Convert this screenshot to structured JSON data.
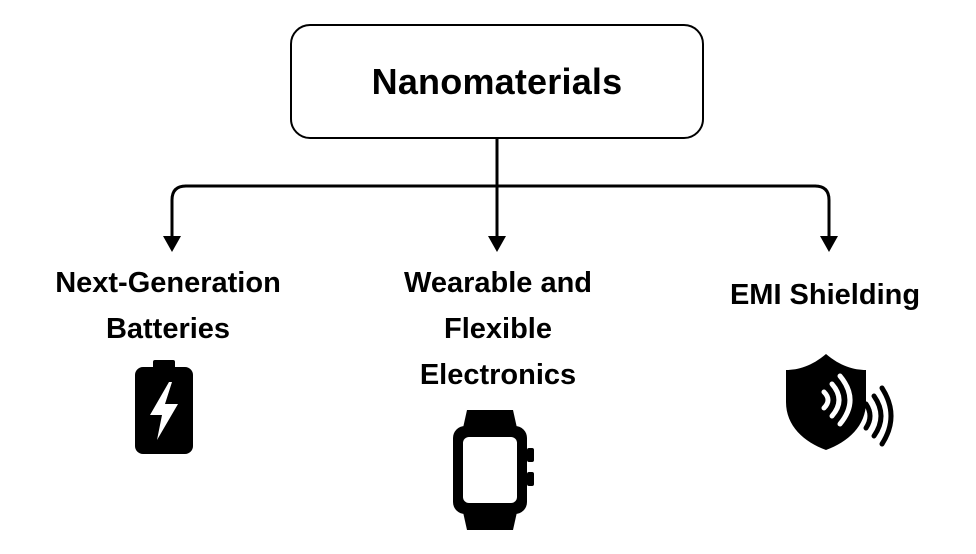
{
  "root": {
    "title": "Nanomaterials"
  },
  "branches": [
    {
      "line1": "Next-Generation",
      "line2": "Batteries",
      "line3": "",
      "icon": "battery-charging-icon"
    },
    {
      "line1": "Wearable and",
      "line2": "Flexible",
      "line3": "Electronics",
      "icon": "smartwatch-icon"
    },
    {
      "line1": "EMI Shielding",
      "line2": "",
      "line3": "",
      "icon": "shield-signal-icon"
    }
  ],
  "colors": {
    "ink": "#000000",
    "background": "#ffffff"
  }
}
